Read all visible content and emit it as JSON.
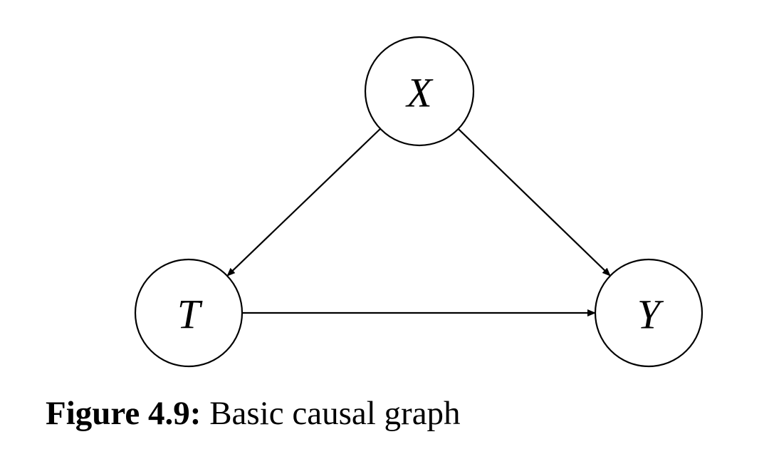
{
  "diagram": {
    "nodes": [
      {
        "id": "X",
        "label": "X"
      },
      {
        "id": "T",
        "label": "T"
      },
      {
        "id": "Y",
        "label": "Y"
      }
    ],
    "edges": [
      {
        "from": "X",
        "to": "T"
      },
      {
        "from": "X",
        "to": "Y"
      },
      {
        "from": "T",
        "to": "Y"
      }
    ]
  },
  "caption": {
    "number": "Figure 4.9:",
    "text": "Basic causal graph"
  }
}
